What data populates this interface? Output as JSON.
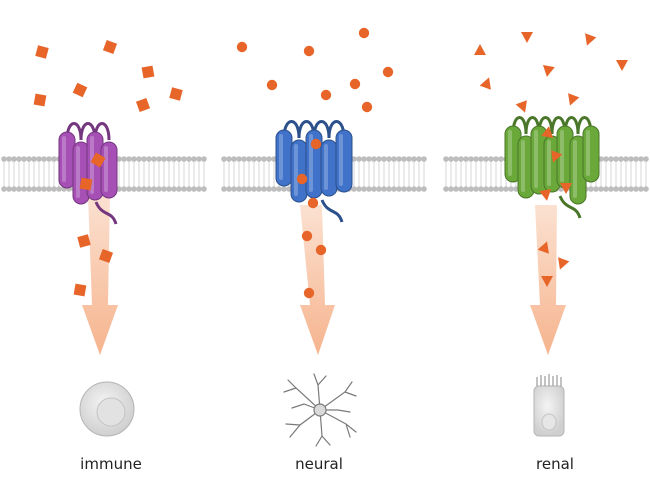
{
  "panels": [
    {
      "id": "immune",
      "label": "immune",
      "receptor_color": "#a64fb5",
      "ligand_shape": "square",
      "cell_type": "immune-cell"
    },
    {
      "id": "neural",
      "label": "neural",
      "receptor_color": "#3f72c8",
      "ligand_shape": "circle",
      "cell_type": "neuron"
    },
    {
      "id": "renal",
      "label": "renal",
      "receptor_color": "#6aa83a",
      "ligand_shape": "triangle",
      "cell_type": "epithelial-cell"
    }
  ],
  "colors": {
    "ligand": "#e8652a",
    "arrow": "#f8c7a8",
    "membrane": "#bdbdbd",
    "cell_fill": "#dedede"
  }
}
